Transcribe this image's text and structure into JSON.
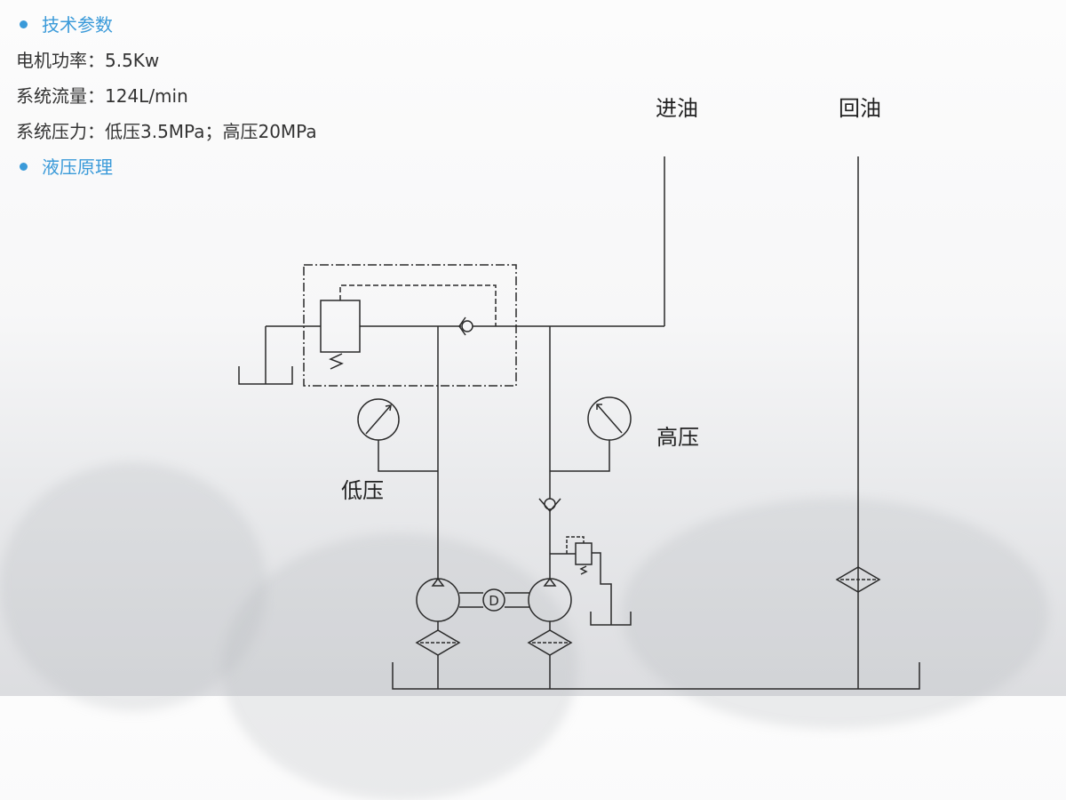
{
  "sections": {
    "tech_params_heading": "技术参数",
    "hydraulic_heading": "液压原理"
  },
  "params": [
    {
      "label": "电机功率",
      "sep": "：",
      "value": "5.5Kw"
    },
    {
      "label": "系统流量",
      "sep": "：",
      "value": "124L/min"
    },
    {
      "label": "系统压力",
      "sep": "：",
      "value": "低压3.5MPa；高压20MPa"
    }
  ],
  "diagram": {
    "inlet_label": "进油",
    "return_label": "回油",
    "high_pressure_label": "高压",
    "low_pressure_label": "低压",
    "motor_label": "D"
  },
  "colors": {
    "accent": "#3a9ad9",
    "line": "#2a2a2a"
  }
}
